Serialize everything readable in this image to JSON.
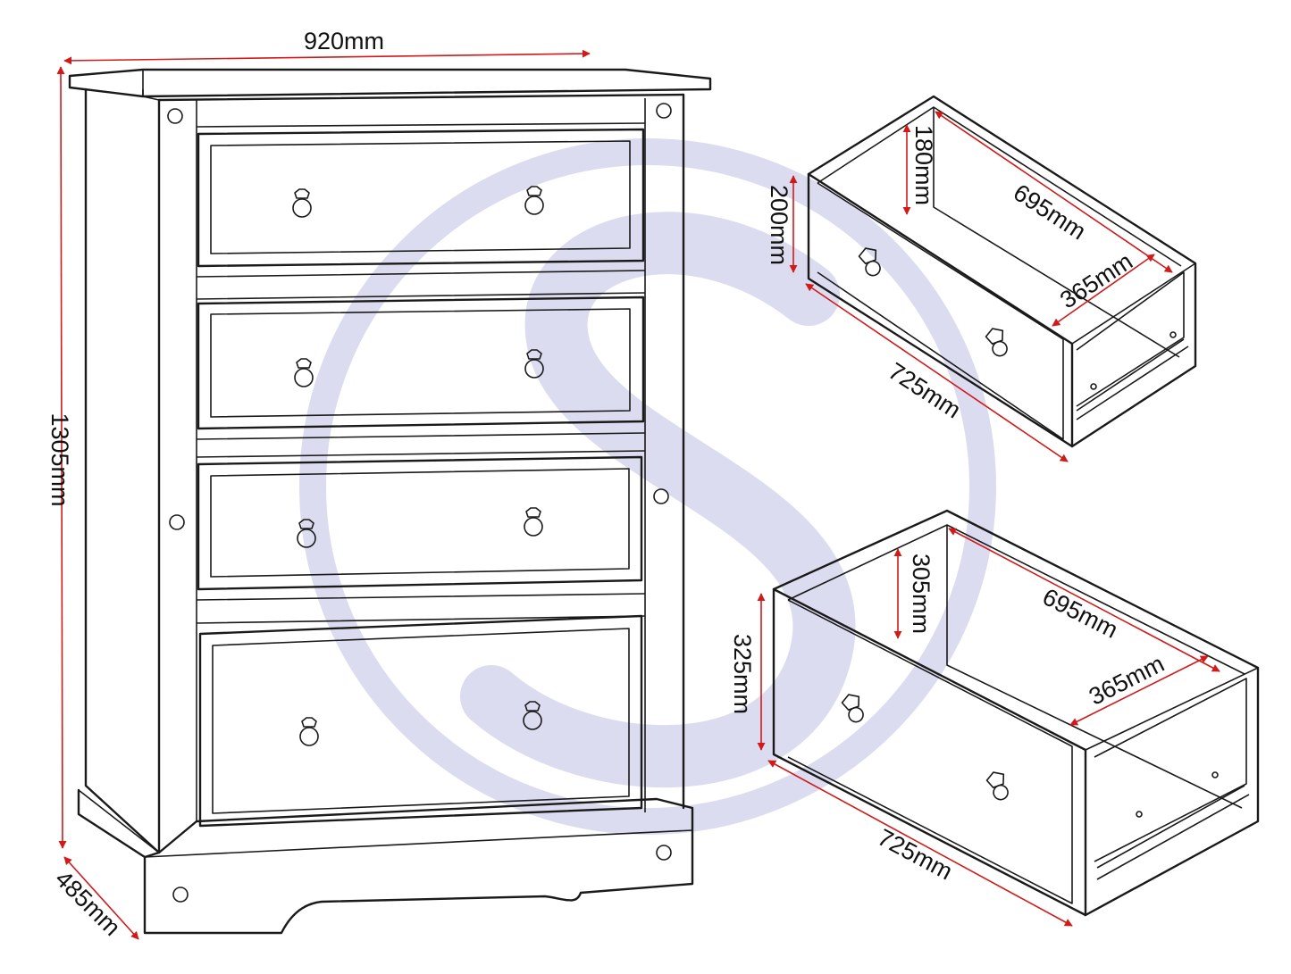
{
  "colors": {
    "outline": "#1a1a1a",
    "dimension_line": "#d11a1a",
    "watermark": "#dcdcf0",
    "background": "#ffffff"
  },
  "icons": [
    "logo-s-watermark",
    "ring-handle",
    "dowel-hole",
    "arrow-head"
  ],
  "chest": {
    "width_label": "920mm",
    "height_label": "1305mm",
    "depth_label": "485mm",
    "drawer_count": 4
  },
  "small_drawer": {
    "front_height_label": "200mm",
    "inner_height_label": "180mm",
    "inner_depth_label": "695mm",
    "inner_width_label": "365mm",
    "front_width_label": "725mm"
  },
  "large_drawer": {
    "front_height_label": "325mm",
    "inner_height_label": "305mm",
    "inner_depth_label": "695mm",
    "inner_width_label": "365mm",
    "front_width_label": "725mm"
  }
}
